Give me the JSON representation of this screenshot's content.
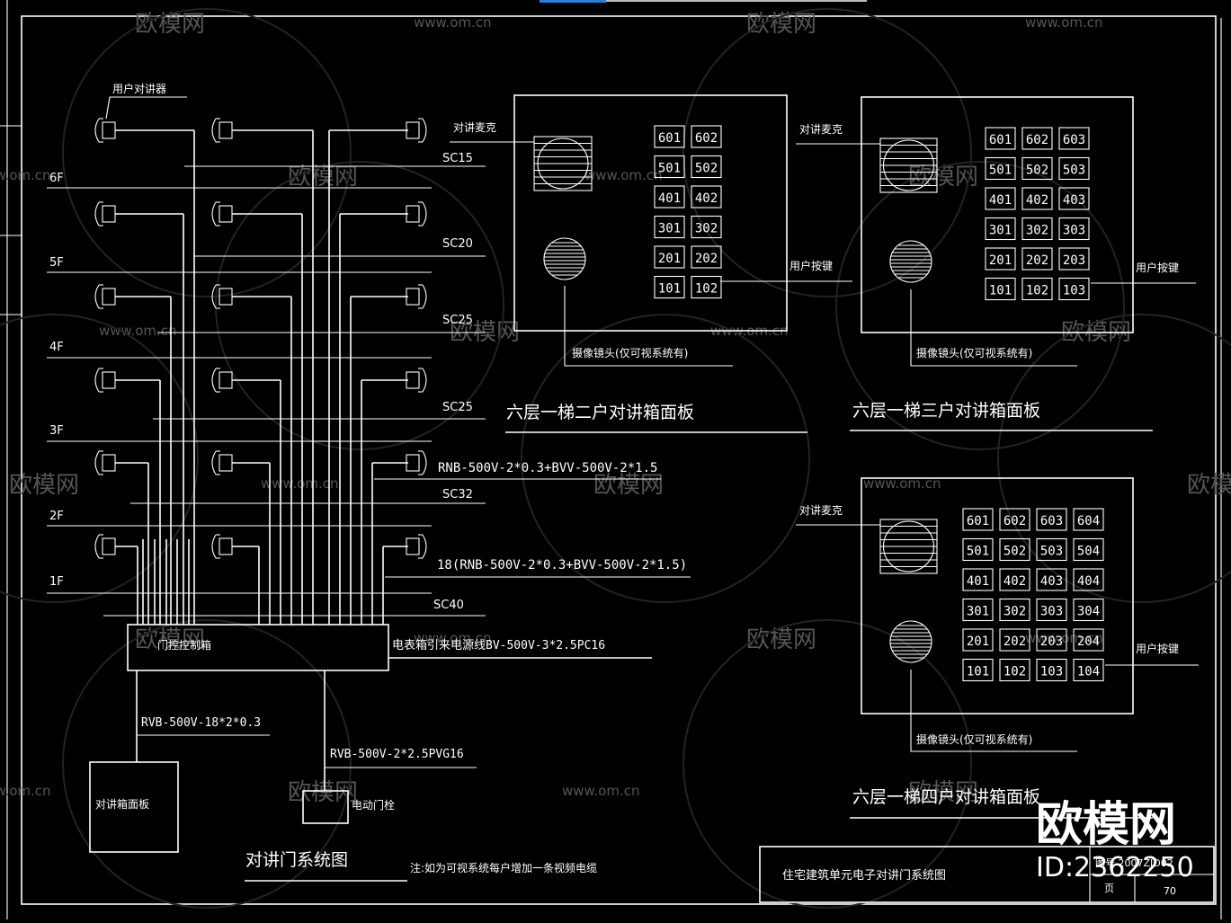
{
  "diagram": {
    "riser": {
      "user_intercom_label": "用户对讲器",
      "floors": [
        "6F",
        "5F",
        "4F",
        "3F",
        "2F",
        "1F"
      ],
      "pipe_labels": [
        "SC15",
        "SC20",
        "SC25",
        "SC25",
        "SC32",
        "SC40"
      ],
      "cable_label_1": "RNB-500V-2*0.3+BVV-500V-2*1.5",
      "cable_label_2": "18(RNB-500V-2*0.3+BVV-500V-2*1.5)",
      "controller_label": "门控控制箱",
      "power_label": "电表箱引来电源线BV-500V-3*2.5PC16",
      "cable_to_panel": "RVB-500V-18*2*0.3",
      "cable_to_lock": "RVB-500V-2*2.5PVG16",
      "panel_box_label": "对讲箱面板",
      "lock_label": "电动门栓",
      "title": "对讲门系统图",
      "note": "注:如为可视系统每户增加一条视频电缆"
    },
    "panels": [
      {
        "mic_label": "对讲麦克",
        "button_label": "用户按键",
        "camera_label": "摄像镜头(仅可视系统有)",
        "title": "六层一梯二户对讲箱面板",
        "rows": [
          [
            "601",
            "602"
          ],
          [
            "501",
            "502"
          ],
          [
            "401",
            "402"
          ],
          [
            "301",
            "302"
          ],
          [
            "201",
            "202"
          ],
          [
            "101",
            "102"
          ]
        ]
      },
      {
        "mic_label": "对讲麦克",
        "button_label": "用户按键",
        "camera_label": "摄像镜头(仅可视系统有)",
        "title": "六层一梯三户对讲箱面板",
        "rows": [
          [
            "601",
            "602",
            "603"
          ],
          [
            "501",
            "502",
            "503"
          ],
          [
            "401",
            "402",
            "403"
          ],
          [
            "301",
            "302",
            "303"
          ],
          [
            "201",
            "202",
            "203"
          ],
          [
            "101",
            "102",
            "103"
          ]
        ]
      },
      {
        "mic_label": "对讲麦克",
        "button_label": "用户按键",
        "camera_label": "摄像镜头(仅可视系统有)",
        "title": "六层一梯四户对讲箱面板",
        "rows": [
          [
            "601",
            "602",
            "603",
            "604"
          ],
          [
            "501",
            "502",
            "503",
            "504"
          ],
          [
            "401",
            "402",
            "403",
            "404"
          ],
          [
            "301",
            "302",
            "303",
            "304"
          ],
          [
            "201",
            "202",
            "203",
            "204"
          ],
          [
            "101",
            "102",
            "103",
            "104"
          ]
        ]
      }
    ],
    "title_block": {
      "drawing_title": "住宅建筑单元电子对讲门系统图",
      "drawing_no": "图号 2007ZJD02",
      "page_label": "页",
      "page_no": "70"
    },
    "watermark": {
      "brand": "欧模网",
      "url": "www.om.cn",
      "id": "ID:2362250"
    }
  }
}
